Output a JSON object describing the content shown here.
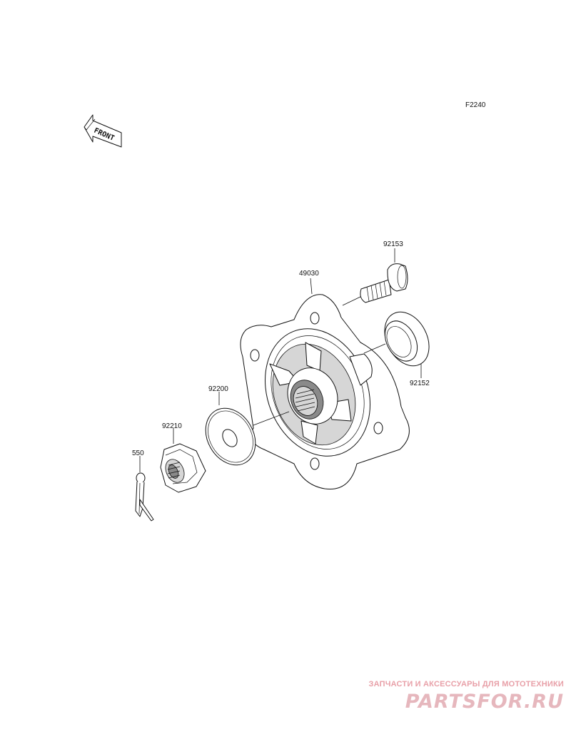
{
  "figure_code": "F2240",
  "front_arrow_text": "FRONT",
  "parts": [
    {
      "number": "92153"
    },
    {
      "number": "49030"
    },
    {
      "number": "92152"
    },
    {
      "number": "92200"
    },
    {
      "number": "92210"
    },
    {
      "number": "550"
    }
  ],
  "watermark": {
    "tagline": "ЗАПЧАСТИ И АКСЕССУАРЫ ДЛЯ МОТОТЕХНИКИ",
    "brand": "PARTSFOR.RU",
    "color": "#e6b7bd"
  }
}
